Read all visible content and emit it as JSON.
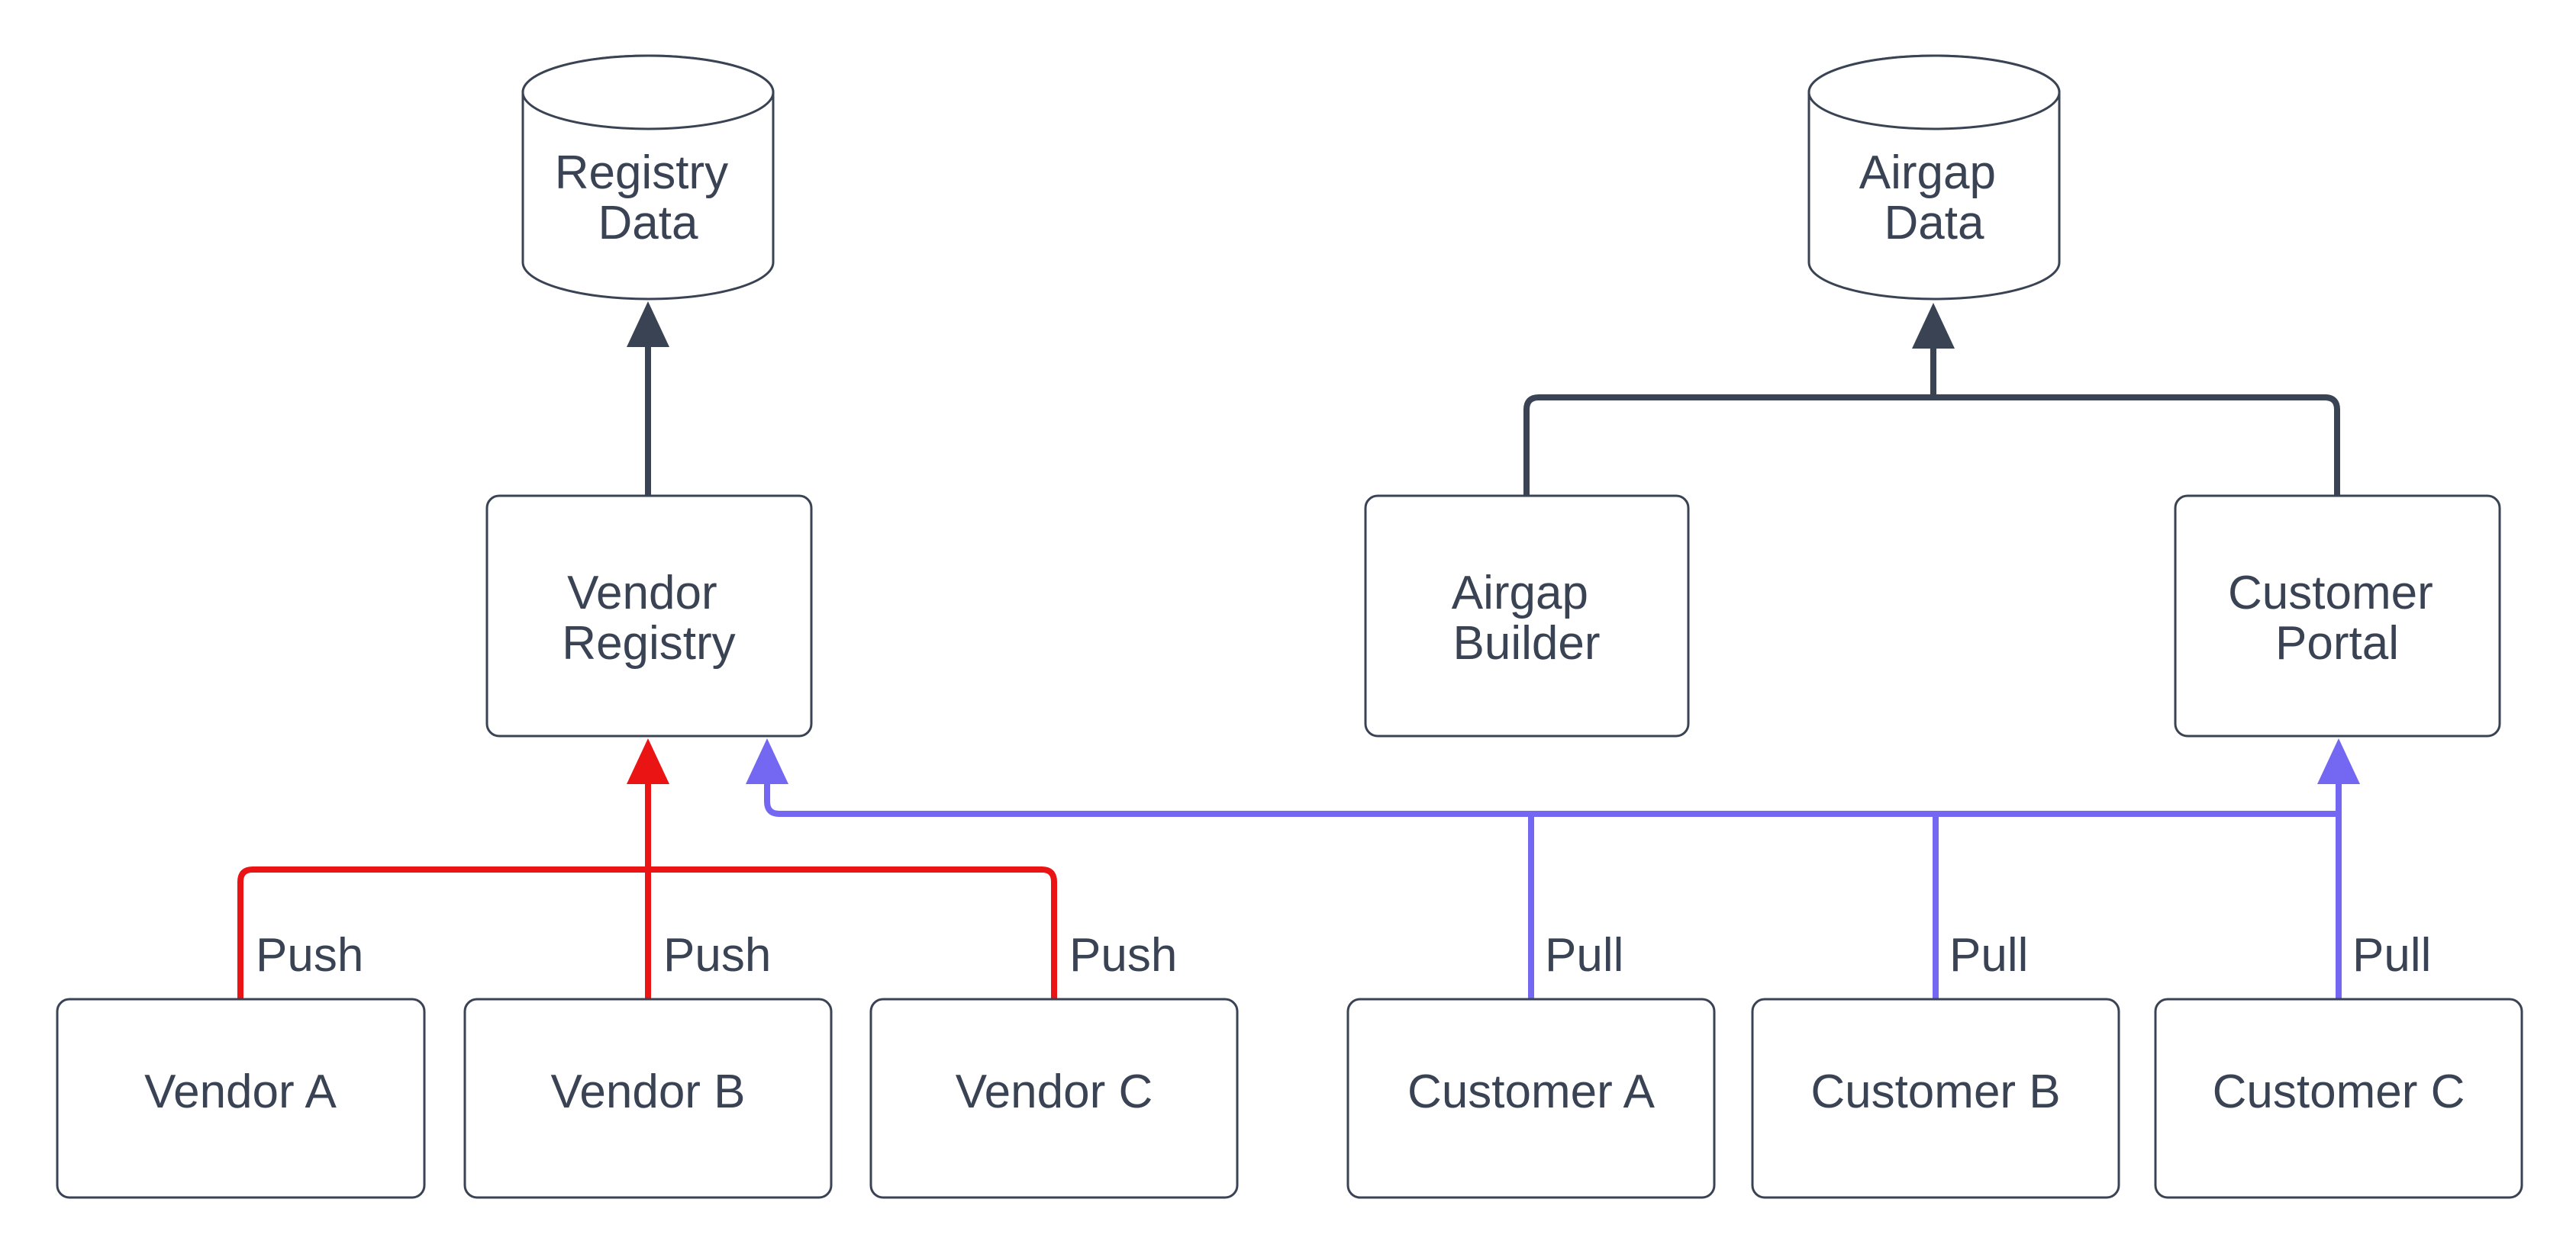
{
  "diagram": {
    "colors": {
      "outline": "#3a4354",
      "text": "#3a4354",
      "push_red": "#eb1414",
      "pull_blue": "#7468f2",
      "background": "#ffffff"
    },
    "datastores": [
      {
        "id": "registry-data",
        "label_lines": [
          "Registry",
          "Data"
        ]
      },
      {
        "id": "airgap-data",
        "label_lines": [
          "Airgap",
          "Data"
        ]
      }
    ],
    "services": [
      {
        "id": "vendor-registry",
        "label_lines": [
          "Vendor",
          "Registry"
        ]
      },
      {
        "id": "airgap-builder",
        "label_lines": [
          "Airgap",
          "Builder"
        ]
      },
      {
        "id": "customer-portal",
        "label_lines": [
          "Customer",
          "Portal"
        ]
      }
    ],
    "vendors": [
      {
        "label": "Vendor A"
      },
      {
        "label": "Vendor B"
      },
      {
        "label": "Vendor C"
      }
    ],
    "customers": [
      {
        "label": "Customer A"
      },
      {
        "label": "Customer B"
      },
      {
        "label": "Customer C"
      }
    ],
    "edge_labels": {
      "push": [
        "Push",
        "Push",
        "Push"
      ],
      "pull": [
        "Pull",
        "Pull",
        "Pull"
      ]
    }
  }
}
